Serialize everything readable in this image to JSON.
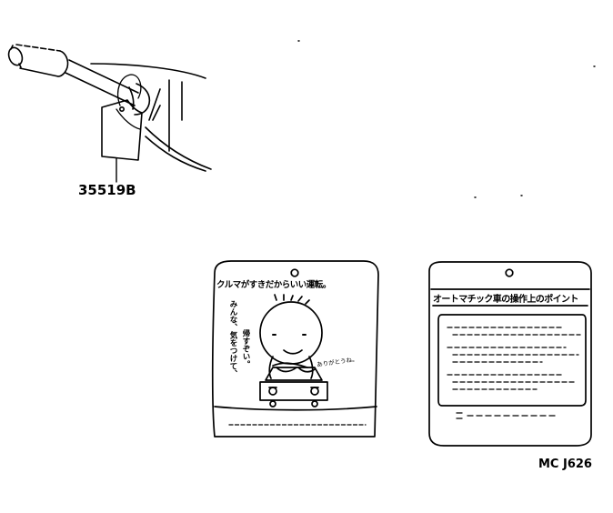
{
  "part_number": "35519B",
  "diagram_code": "MC J626",
  "tag_front": {
    "title": "クルマがすきだからいい運転。",
    "side_line_1": "みんな、気をつけて、",
    "side_line_2": "帰すぞい。",
    "signature": "ありがとうね。"
  },
  "tag_back": {
    "title": "オートマチック車の操作上のポイント"
  }
}
